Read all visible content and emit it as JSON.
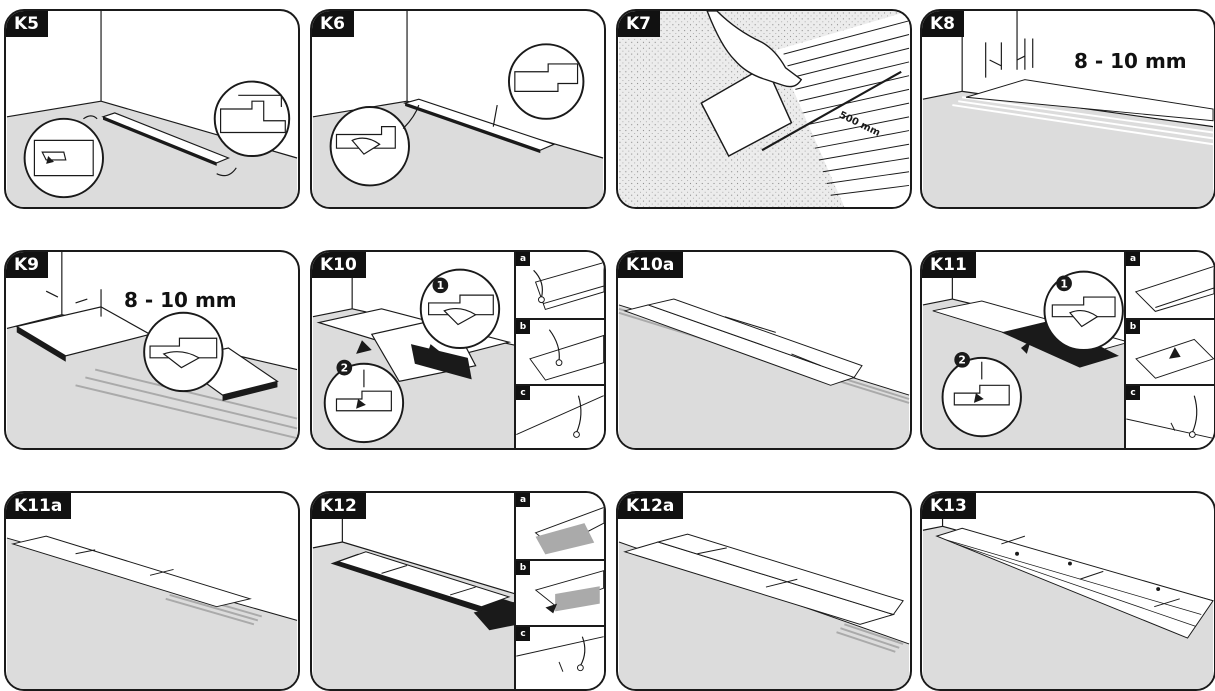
{
  "panels": [
    {
      "id": "K5",
      "label": "K5"
    },
    {
      "id": "K6",
      "label": "K6"
    },
    {
      "id": "K7",
      "label": "K7",
      "measure": "500 mm"
    },
    {
      "id": "K8",
      "label": "K8",
      "measure": "8 - 10 mm"
    },
    {
      "id": "K9",
      "label": "K9",
      "measure": "8 - 10 mm"
    },
    {
      "id": "K10",
      "label": "K10",
      "steps": [
        "1",
        "2"
      ],
      "subpanels": [
        "a",
        "b",
        "c"
      ]
    },
    {
      "id": "K10a",
      "label": "K10a"
    },
    {
      "id": "K11",
      "label": "K11",
      "steps": [
        "1",
        "2"
      ],
      "subpanels": [
        "a",
        "b",
        "c"
      ]
    },
    {
      "id": "K11a",
      "label": "K11a"
    },
    {
      "id": "K12",
      "label": "K12",
      "subpanels": [
        "a",
        "b",
        "c"
      ]
    },
    {
      "id": "K12a",
      "label": "K12a"
    },
    {
      "id": "K13",
      "label": "K13"
    }
  ],
  "colors": {
    "floor": "#dcdcdc",
    "ink": "#1a1a1a",
    "tag_bg": "#111111",
    "tag_text": "#ffffff"
  }
}
